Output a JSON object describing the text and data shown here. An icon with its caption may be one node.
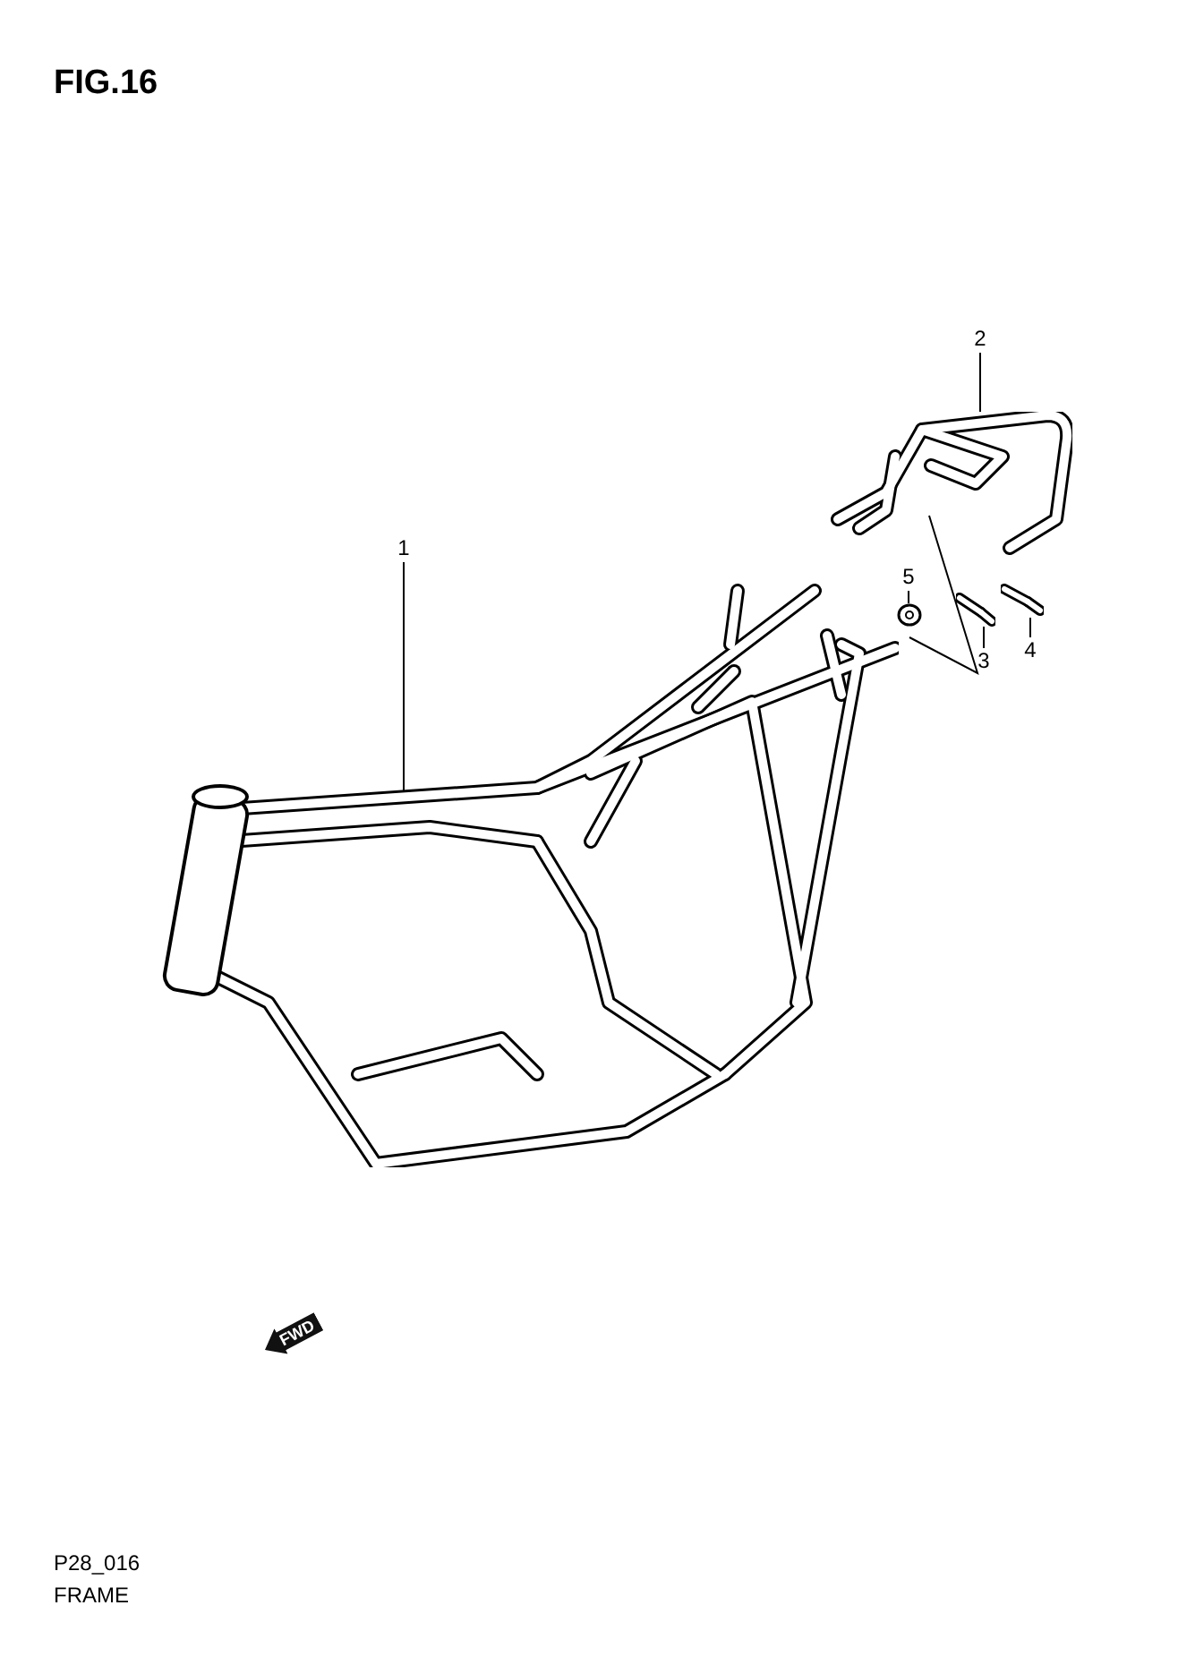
{
  "diagram": {
    "title": "FIG.16",
    "nodes": [
      {
        "text": [
          "1"
        ]
      },
      {
        "text": [
          "2"
        ]
      },
      {
        "text": [
          "3"
        ]
      },
      {
        "text": [
          "4"
        ]
      },
      {
        "text": [
          "5"
        ]
      },
      {
        "text": [],
        "shape": "picture"
      },
      {
        "text": [],
        "shape": "picture"
      },
      {
        "text": [],
        "shape": "picture"
      },
      {
        "text": [],
        "shape": "picture"
      },
      {
        "text": [],
        "shape": "picture"
      }
    ],
    "edges": [
      {
        "from": 0,
        "to": 5,
        "arrow": "none"
      },
      {
        "from": 1,
        "to": 6,
        "arrow": "none"
      },
      {
        "from": 2,
        "to": 7,
        "arrow": "none"
      },
      {
        "from": 3,
        "to": 8,
        "arrow": "none"
      },
      {
        "from": 4,
        "to": 9,
        "arrow": "none"
      }
    ],
    "labels": [
      "FWD",
      "P28_016",
      "FRAME"
    ]
  }
}
